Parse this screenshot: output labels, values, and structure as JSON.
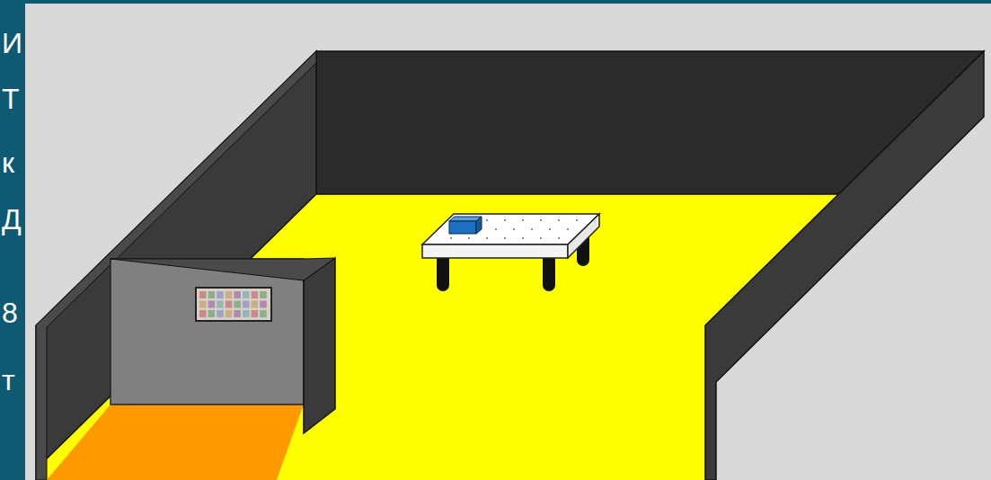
{
  "diagram": {
    "labels": [
      "И",
      "Т",
      "к",
      "Д",
      "8",
      "т"
    ]
  }
}
